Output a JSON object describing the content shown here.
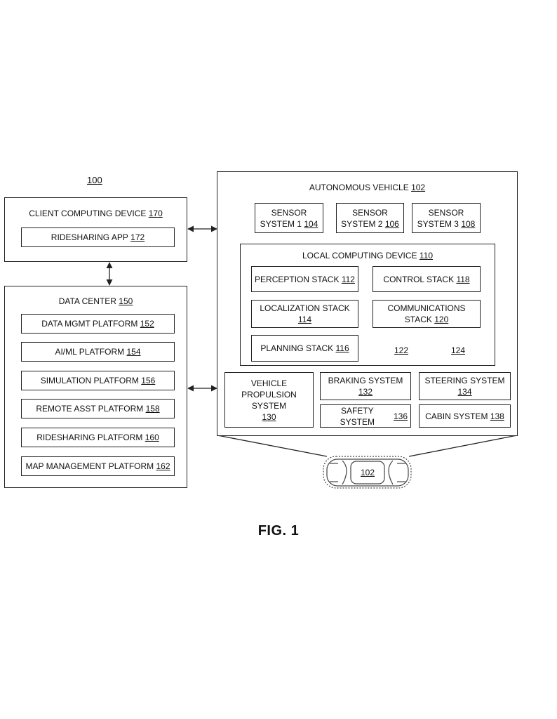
{
  "ref_number": "100",
  "figure_label": "FIG. 1",
  "client_device": {
    "title": "CLIENT COMPUTING DEVICE",
    "num": "170",
    "app": {
      "title": "RIDESHARING APP",
      "num": "172"
    }
  },
  "data_center": {
    "title": "DATA CENTER",
    "num": "150",
    "platforms": [
      {
        "title": "DATA MGMT PLATFORM",
        "num": "152"
      },
      {
        "title": "AI/ML PLATFORM",
        "num": "154"
      },
      {
        "title": "SIMULATION PLATFORM",
        "num": "156"
      },
      {
        "title": "REMOTE ASST PLATFORM",
        "num": "158"
      },
      {
        "title": "RIDESHARING PLATFORM",
        "num": "160"
      },
      {
        "title": "MAP MANAGEMENT PLATFORM",
        "num": "162"
      }
    ]
  },
  "vehicle": {
    "title": "AUTONOMOUS VEHICLE",
    "num": "102",
    "sensors": [
      {
        "line1": "SENSOR",
        "line2": "SYSTEM 1",
        "num": "104"
      },
      {
        "line1": "SENSOR",
        "line2": "SYSTEM 2",
        "num": "106"
      },
      {
        "line1": "SENSOR",
        "line2": "SYSTEM 3",
        "num": "108"
      }
    ],
    "local_device": {
      "title": "LOCAL COMPUTING DEVICE",
      "num": "110",
      "perception": {
        "title": "PERCEPTION STACK",
        "num": "112"
      },
      "control": {
        "title": "CONTROL STACK",
        "num": "118"
      },
      "localization": {
        "title": "LOCALIZATION STACK",
        "num": "114"
      },
      "communications": {
        "line1": "COMMUNICATIONS",
        "line2": "STACK",
        "num": "120"
      },
      "planning": {
        "title": "PLANNING STACK",
        "num": "116"
      },
      "storage_a": "122",
      "storage_b": "124"
    },
    "propulsion": {
      "line1": "VEHICLE",
      "line2": "PROPULSION",
      "line3": "SYSTEM",
      "num": "130"
    },
    "braking": {
      "title": "BRAKING SYSTEM",
      "num": "132"
    },
    "steering": {
      "title": "STEERING SYSTEM",
      "num": "134"
    },
    "safety": {
      "title": "SAFETY SYSTEM",
      "num": "136"
    },
    "cabin": {
      "title": "CABIN SYSTEM",
      "num": "138"
    },
    "car_label": "102"
  }
}
